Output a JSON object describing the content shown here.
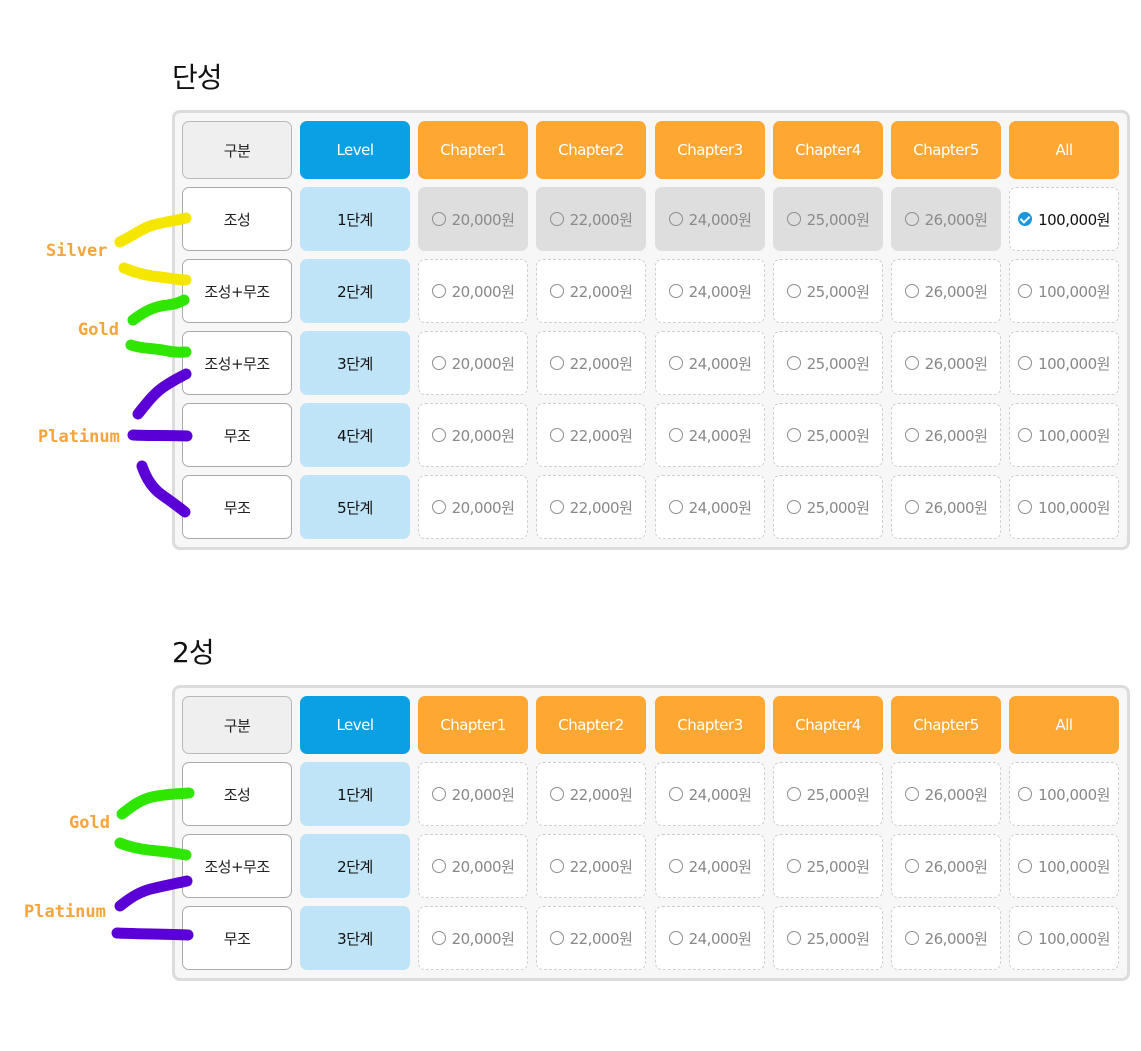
{
  "tables": [
    {
      "title": "단성",
      "header": {
        "gubun": "구분",
        "level": "Level",
        "chapters": [
          "Chapter1",
          "Chapter2",
          "Chapter3",
          "Chapter4",
          "Chapter5",
          "All"
        ]
      },
      "rows": [
        {
          "grade": "조성",
          "level": "1단계",
          "options": [
            {
              "price": "20,000원",
              "state": "disabled"
            },
            {
              "price": "22,000원",
              "state": "disabled"
            },
            {
              "price": "24,000원",
              "state": "disabled"
            },
            {
              "price": "25,000원",
              "state": "disabled"
            },
            {
              "price": "26,000원",
              "state": "disabled"
            },
            {
              "price": "100,000원",
              "state": "checked"
            }
          ]
        },
        {
          "grade": "조성+무조",
          "level": "2단계",
          "options": [
            {
              "price": "20,000원",
              "state": "unchecked"
            },
            {
              "price": "22,000원",
              "state": "unchecked"
            },
            {
              "price": "24,000원",
              "state": "unchecked"
            },
            {
              "price": "25,000원",
              "state": "unchecked"
            },
            {
              "price": "26,000원",
              "state": "unchecked"
            },
            {
              "price": "100,000원",
              "state": "unchecked"
            }
          ]
        },
        {
          "grade": "조성+무조",
          "level": "3단계",
          "options": [
            {
              "price": "20,000원",
              "state": "unchecked"
            },
            {
              "price": "22,000원",
              "state": "unchecked"
            },
            {
              "price": "24,000원",
              "state": "unchecked"
            },
            {
              "price": "25,000원",
              "state": "unchecked"
            },
            {
              "price": "26,000원",
              "state": "unchecked"
            },
            {
              "price": "100,000원",
              "state": "unchecked"
            }
          ]
        },
        {
          "grade": "무조",
          "level": "4단계",
          "options": [
            {
              "price": "20,000원",
              "state": "unchecked"
            },
            {
              "price": "22,000원",
              "state": "unchecked"
            },
            {
              "price": "24,000원",
              "state": "unchecked"
            },
            {
              "price": "25,000원",
              "state": "unchecked"
            },
            {
              "price": "26,000원",
              "state": "unchecked"
            },
            {
              "price": "100,000원",
              "state": "unchecked"
            }
          ]
        },
        {
          "grade": "무조",
          "level": "5단계",
          "options": [
            {
              "price": "20,000원",
              "state": "unchecked"
            },
            {
              "price": "22,000원",
              "state": "unchecked"
            },
            {
              "price": "24,000원",
              "state": "unchecked"
            },
            {
              "price": "25,000원",
              "state": "unchecked"
            },
            {
              "price": "26,000원",
              "state": "unchecked"
            },
            {
              "price": "100,000원",
              "state": "unchecked"
            }
          ]
        }
      ]
    },
    {
      "title": "2성",
      "header": {
        "gubun": "구분",
        "level": "Level",
        "chapters": [
          "Chapter1",
          "Chapter2",
          "Chapter3",
          "Chapter4",
          "Chapter5",
          "All"
        ]
      },
      "rows": [
        {
          "grade": "조성",
          "level": "1단계",
          "options": [
            {
              "price": "20,000원",
              "state": "unchecked"
            },
            {
              "price": "22,000원",
              "state": "unchecked"
            },
            {
              "price": "24,000원",
              "state": "unchecked"
            },
            {
              "price": "25,000원",
              "state": "unchecked"
            },
            {
              "price": "26,000원",
              "state": "unchecked"
            },
            {
              "price": "100,000원",
              "state": "unchecked"
            }
          ]
        },
        {
          "grade": "조성+무조",
          "level": "2단계",
          "options": [
            {
              "price": "20,000원",
              "state": "unchecked"
            },
            {
              "price": "22,000원",
              "state": "unchecked"
            },
            {
              "price": "24,000원",
              "state": "unchecked"
            },
            {
              "price": "25,000원",
              "state": "unchecked"
            },
            {
              "price": "26,000원",
              "state": "unchecked"
            },
            {
              "price": "100,000원",
              "state": "unchecked"
            }
          ]
        },
        {
          "grade": "무조",
          "level": "3단계",
          "options": [
            {
              "price": "20,000원",
              "state": "unchecked"
            },
            {
              "price": "22,000원",
              "state": "unchecked"
            },
            {
              "price": "24,000원",
              "state": "unchecked"
            },
            {
              "price": "25,000원",
              "state": "unchecked"
            },
            {
              "price": "26,000원",
              "state": "unchecked"
            },
            {
              "price": "100,000원",
              "state": "unchecked"
            }
          ]
        }
      ]
    }
  ],
  "annotations": {
    "silver": {
      "label": "Silver",
      "color": "#f5e600"
    },
    "gold": {
      "label": "Gold",
      "color": "#2ee600"
    },
    "platinum": {
      "label": "Platinum",
      "color": "#5a00d6"
    },
    "label_color": "#f5a53a"
  },
  "colors": {
    "level_header": "#0b9fe3",
    "chapter_header": "#ffa733",
    "level_cell": "#bfe3f7",
    "checked_radio": "#1a97dd"
  }
}
